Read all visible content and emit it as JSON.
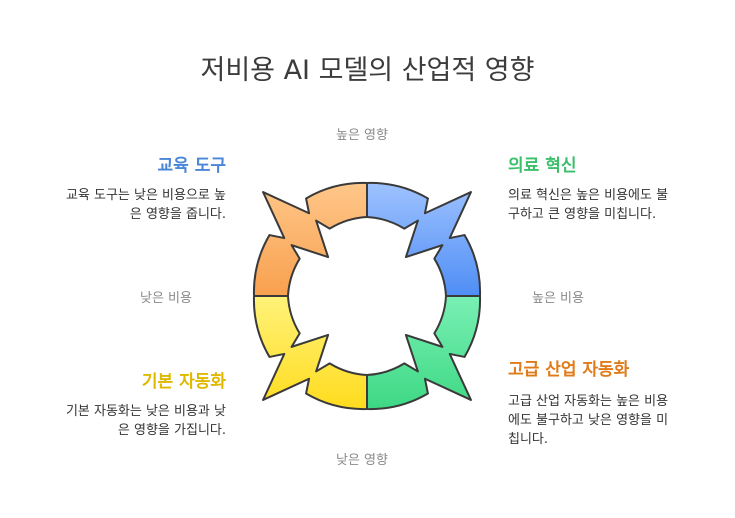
{
  "title": "저비용 AI 모델의 산업적 영향",
  "axes": {
    "top": "높은 영향",
    "bottom": "낮은 영향",
    "left": "낮은 비용",
    "right": "높은 비용"
  },
  "quadrants": {
    "top_left": {
      "title": "교육 도구",
      "desc1": "교육 도구는 낮은 비용으로 높",
      "desc2": "은 영향을 줍니다.",
      "title_color": "#4a86d8",
      "fill": [
        "#ffc78a",
        "#f8a04e"
      ]
    },
    "top_right": {
      "title": "의료 혁신",
      "desc1": "의료 혁신은 높은 비용에도 불",
      "desc2": "구하고 큰 영향을 미칩니다.",
      "title_color": "#3cbf6b",
      "fill": [
        "#9ec2ff",
        "#4f8ef5"
      ]
    },
    "bottom_left": {
      "title": "기본 자동화",
      "desc1": "기본 자동화는 낮은 비용과 낮",
      "desc2": "은 영향을 가집니다.",
      "title_color": "#e0b800",
      "fill": [
        "#fff27a",
        "#ffdc1e"
      ]
    },
    "bottom_right": {
      "title": "고급 산업 자동화",
      "desc1": "고급 산업 자동화는 높은 비용",
      "desc2": "에도 불구하고 낮은 영향을 미",
      "desc3": "칩니다.",
      "title_color": "#e07b1a",
      "fill": [
        "#7af0b4",
        "#3dd884"
      ]
    }
  }
}
